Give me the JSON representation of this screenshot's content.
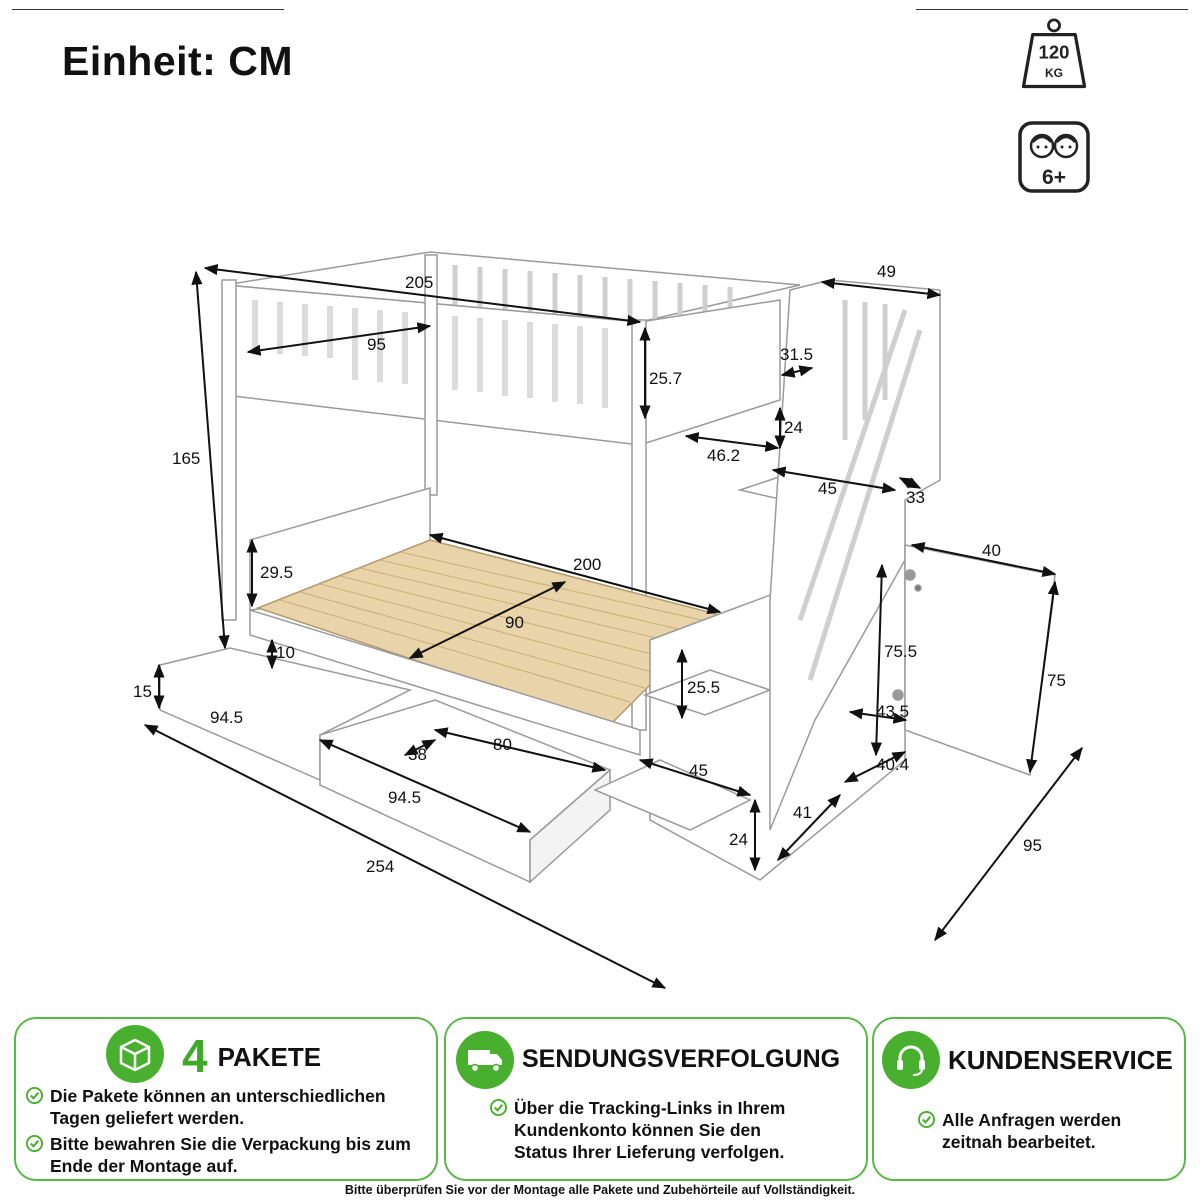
{
  "title": "Einheit: CM",
  "badges": {
    "weight_value": "120",
    "weight_unit": "KG",
    "age": "6+"
  },
  "dimensions": {
    "top_length": "205",
    "stair_top_width": "49",
    "upper_mattress_width": "95",
    "guardrail_height": "25.7",
    "rail_gap_height": "31.5",
    "rail_gap_bottom": "24",
    "opening_width": "46.2",
    "total_height": "165",
    "step_width_top": "45",
    "step_depth_top": "33",
    "headboard_height": "29.5",
    "lower_length": "200",
    "lower_mattress_width": "90",
    "door_width": "40",
    "door_height_inner": "75.5",
    "door_height": "75",
    "bed_clearance": "10",
    "step_height": "25.5",
    "cabinet_depth": "43.5",
    "drawer_height": "15",
    "drawer_front_width": "94.5",
    "drawer_depth": "80",
    "drawer_inner_width": "38",
    "drawer_front_width_2": "94.5",
    "step_width_bottom": "45",
    "cabinet_width": "40.4",
    "stair_depth": "41",
    "step_height_bottom": "24",
    "total_length": "254",
    "total_depth": "95"
  },
  "cards": [
    {
      "icon": "package-icon",
      "number": "4",
      "heading": "PAKETE",
      "bullets": [
        "Die Pakete können an unterschiedlichen Tagen geliefert werden.",
        "Bitte bewahren Sie die Verpackung bis zum Ende der Montage auf."
      ]
    },
    {
      "icon": "delivery-truck-icon",
      "heading": "SENDUNGSVERFOLGUNG",
      "bullets": [
        "Über die Tracking-Links in Ihrem Kundenkonto können Sie den Status Ihrer Lieferung verfolgen."
      ]
    },
    {
      "icon": "headset-icon",
      "heading": "KUNDENSERVICE",
      "bullets": [
        "Alle Anfragen werden zeitnah bearbeitet."
      ]
    }
  ],
  "footer": "Bitte überprüfen Sie vor der Montage alle Pakete und Zubehörteile auf Vollständigkeit.",
  "colors": {
    "accent_green": "#48b02e",
    "border_green": "#58b947",
    "slat_wood": "#e9d3a8",
    "frame_white": "#ffffff",
    "frame_outline": "#9a9a9a"
  }
}
